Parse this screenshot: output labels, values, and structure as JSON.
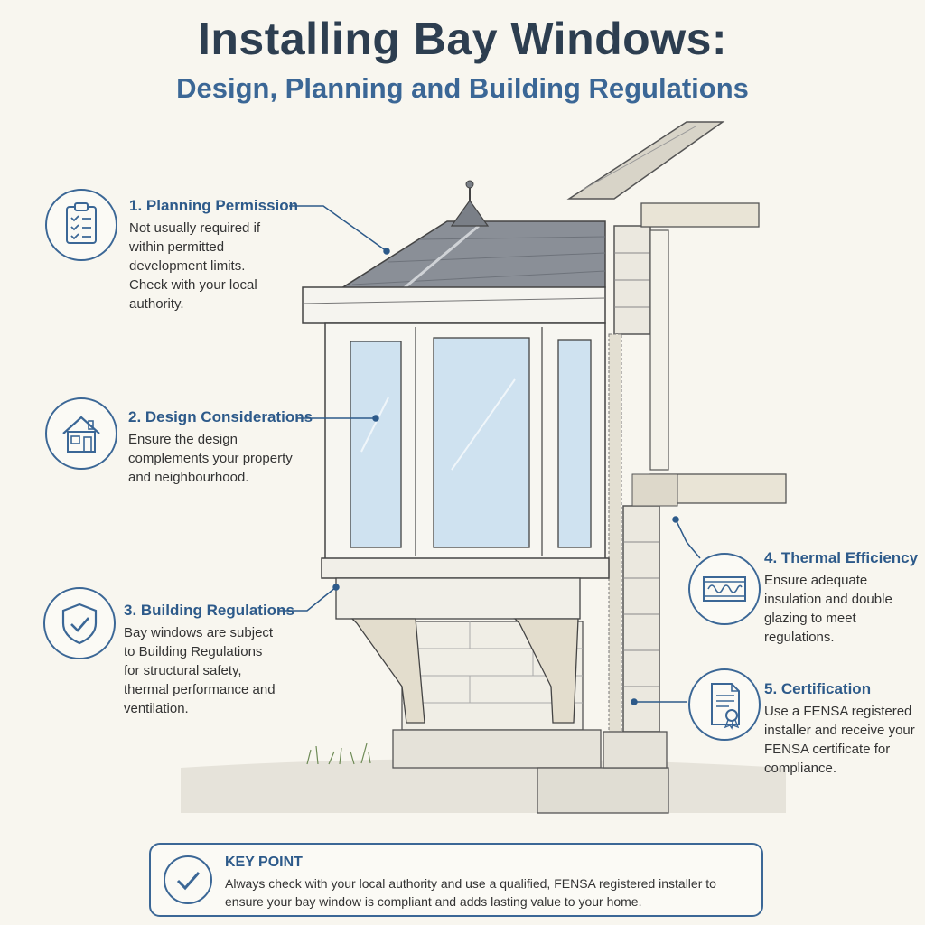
{
  "header": {
    "title": "Installing Bay Windows:",
    "subtitle": "Design, Planning and Building Regulations"
  },
  "callouts": [
    {
      "heading": "1. Planning Permission",
      "body": "Not usually required if within permitted development limits. Check with your local authority.",
      "icon": "clipboard-checklist-icon"
    },
    {
      "heading": "2. Design Considerations",
      "body": "Ensure the design complements your property and neighbourhood.",
      "icon": "house-icon"
    },
    {
      "heading": "3. Building Regulations",
      "body": "Bay windows are subject to Building Regulations for structural safety, thermal performance and ventilation.",
      "icon": "shield-check-icon"
    },
    {
      "heading": "4. Thermal Efficiency",
      "body": "Ensure adequate insulation and double glazing to meet regulations.",
      "icon": "insulation-icon"
    },
    {
      "heading": "5. Certification",
      "body": "Use a FENSA registered installer and receive your FENSA certificate for compliance.",
      "icon": "certificate-icon"
    }
  ],
  "key_point": {
    "heading": "KEY POINT",
    "body": "Always check with your local authority and use a qualified, FENSA registered installer to ensure your bay window is compliant and adds lasting value to your home.",
    "icon": "check-circle-icon"
  },
  "colors": {
    "accent": "#3b6796",
    "title": "#2d3e50",
    "background": "#f8f6ef"
  }
}
